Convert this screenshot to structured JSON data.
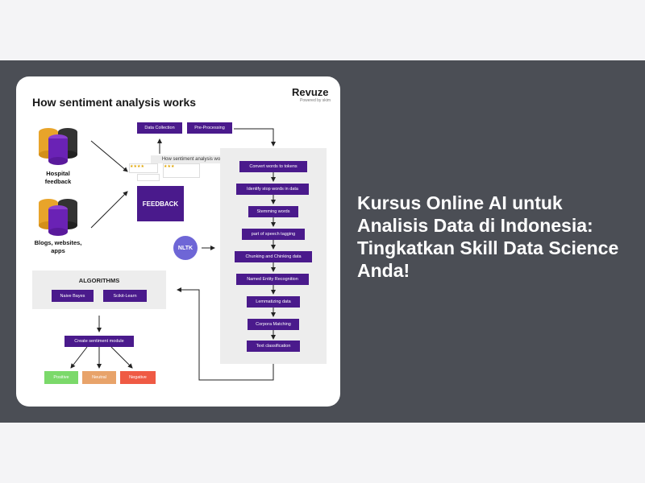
{
  "headline": "Kursus Online AI untuk Analisis Data di Indonesia: Tingkatkan Skill Data Science Anda!",
  "card": {
    "title": "How sentiment analysis works",
    "logo": "Revuze",
    "logo_sub": "Powered by skim"
  },
  "sources": {
    "hospital": "Hospital feedback",
    "blogs": "Blogs, websites, apps"
  },
  "top_steps": [
    "Data Collection",
    "Pre-Processing"
  ],
  "popup_label": "How sentiment analysis works",
  "feedback_label": "FEEDBACK",
  "nltk_label": "NLTK",
  "pipeline": [
    "Convert words to tokens",
    "Identify stop words in data",
    "Stemming words",
    "part of speech tagging",
    "Chunking and Chinking data",
    "Named Entity Recognition",
    "Lemmatizing data",
    "Corpora Matching",
    "Text classification"
  ],
  "algorithms": {
    "title": "ALGORITHMS",
    "items": [
      "Naive Bayes",
      "Scikit-Learn"
    ]
  },
  "sentiment_module": "Create sentiment module",
  "results": [
    "Positive",
    "Neutral",
    "Negative"
  ],
  "colors": {
    "banner": "#4b4e55",
    "box": "#4a1a8c",
    "nltk": "#6e66d6",
    "positive": "#7bd96a",
    "neutral": "#e8a36a",
    "negative": "#ef5a44"
  }
}
